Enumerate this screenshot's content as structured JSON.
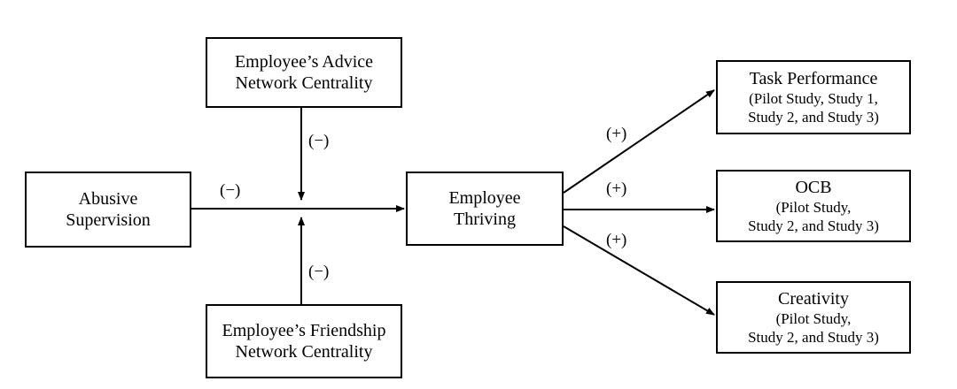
{
  "nodes": {
    "abusive": {
      "line1": "Abusive",
      "line2": "Supervision"
    },
    "advice": {
      "line1": "Employee’s Advice",
      "line2": "Network Centrality"
    },
    "friendship": {
      "line1": "Employee’s Friendship",
      "line2": "Network Centrality"
    },
    "thriving": {
      "line1": "Employee",
      "line2": "Thriving"
    },
    "task": {
      "title": "Task Performance",
      "line1": "(Pilot Study, Study 1,",
      "line2": "Study 2, and Study 3)"
    },
    "ocb": {
      "title": "OCB",
      "line1": "(Pilot Study,",
      "line2": "Study 2, and Study 3)"
    },
    "creativity": {
      "title": "Creativity",
      "line1": "(Pilot Study,",
      "line2": "Study 2, and Study 3)"
    }
  },
  "edge_labels": {
    "abusive_to_thriving": "(−)",
    "advice_moderation": "(−)",
    "friendship_moderation": "(−)",
    "thriving_to_task": "(+)",
    "thriving_to_ocb": "(+)",
    "thriving_to_creativity": "(+)"
  }
}
